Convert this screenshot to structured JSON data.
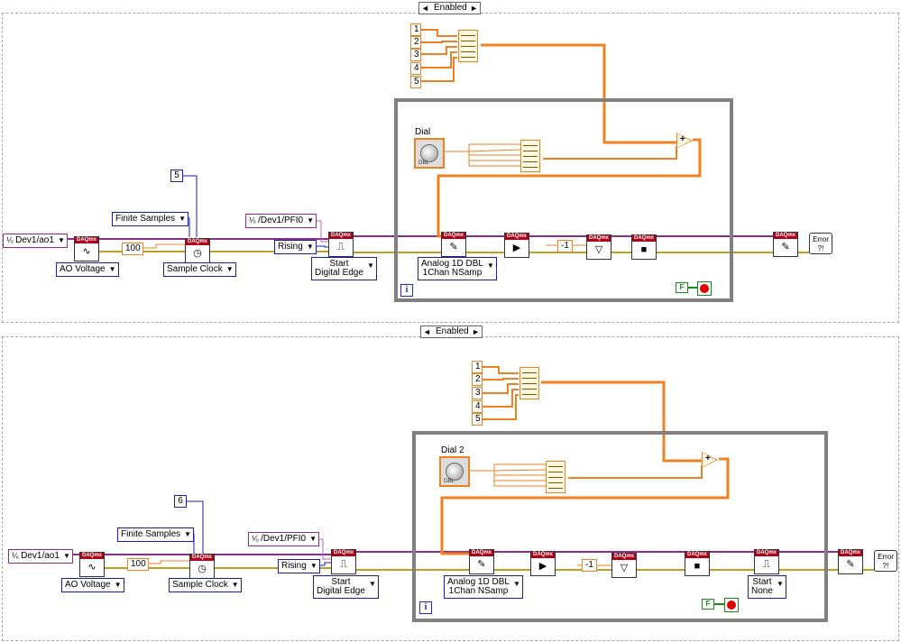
{
  "colors": {
    "wire_string": "#c060c0",
    "wire_number": "#f08020",
    "wire_bool": "#1a8a1a",
    "wire_task": "#8b2e8b",
    "wire_error": "#c0a020",
    "loop_border": "#808080",
    "enum_border": "#1a1ac0"
  },
  "top": {
    "diagram_disable": "Enabled",
    "physical_channel": "Dev1/ao1",
    "ao_voltage": "AO Voltage",
    "finite_samples": "Finite Samples",
    "samples_const": "5",
    "rate_const": "100",
    "sample_clock": "Sample Clock",
    "trigger_source": "/Dev1/PFI0",
    "edge": "Rising",
    "start_trigger_l1": "Start",
    "start_trigger_l2": "Digital Edge",
    "array_values": [
      "1",
      "2",
      "3",
      "4",
      "5"
    ],
    "dial_label": "Dial",
    "write_type_l1": "Analog 1D DBL",
    "write_type_l2": "1Chan NSamp",
    "timeout_const": "-1",
    "false_const": "F",
    "iteration": "i",
    "error_label": "Error ?!",
    "daqmx": "DAQmx"
  },
  "bottom": {
    "diagram_disable": "Enabled",
    "physical_channel": "Dev1/ao1",
    "ao_voltage": "AO Voltage",
    "finite_samples": "Finite Samples",
    "samples_const": "6",
    "rate_const": "100",
    "sample_clock": "Sample Clock",
    "trigger_source": "/Dev1/PFI0",
    "edge": "Rising",
    "start_trigger_l1": "Start",
    "start_trigger_l2": "Digital Edge",
    "array_values": [
      "1",
      "2",
      "3",
      "4",
      "5"
    ],
    "dial_label": "Dial 2",
    "write_type_l1": "Analog 1D DBL",
    "write_type_l2": "1Chan NSamp",
    "timeout_const": "-1",
    "start_none_l1": "Start",
    "start_none_l2": "None",
    "false_const": "F",
    "iteration": "i",
    "error_label": "Error ?!",
    "daqmx": "DAQmx"
  }
}
